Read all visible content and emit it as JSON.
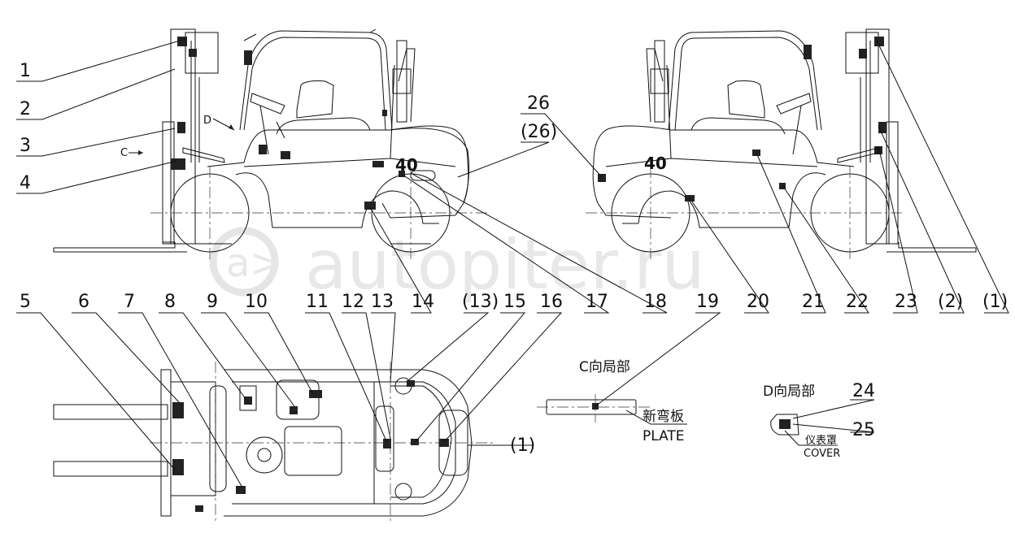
{
  "callouts": [
    "1",
    "2",
    "3",
    "4",
    "5",
    "6",
    "7",
    "8",
    "9",
    "10",
    "11",
    "12",
    "13",
    "(13)",
    "14",
    "15",
    "16",
    "17",
    "18",
    "19",
    "20",
    "21",
    "22",
    "23",
    "(2)",
    "(1)",
    "(1)",
    "24",
    "25",
    "26",
    "(26)"
  ],
  "watermark": "autopiter.ru",
  "labels": {
    "view_c_mark": "C",
    "view_d_mark": "D",
    "truck_capacity_left": "40",
    "truck_capacity_right": "40",
    "detail_c_title": "C向局部",
    "detail_c_plate_cn": "新弯板",
    "detail_c_plate_en": "PLATE",
    "detail_d_title": "D向局部",
    "detail_d_cover_cn": "仪表罩",
    "detail_d_cover_en": "COVER"
  }
}
